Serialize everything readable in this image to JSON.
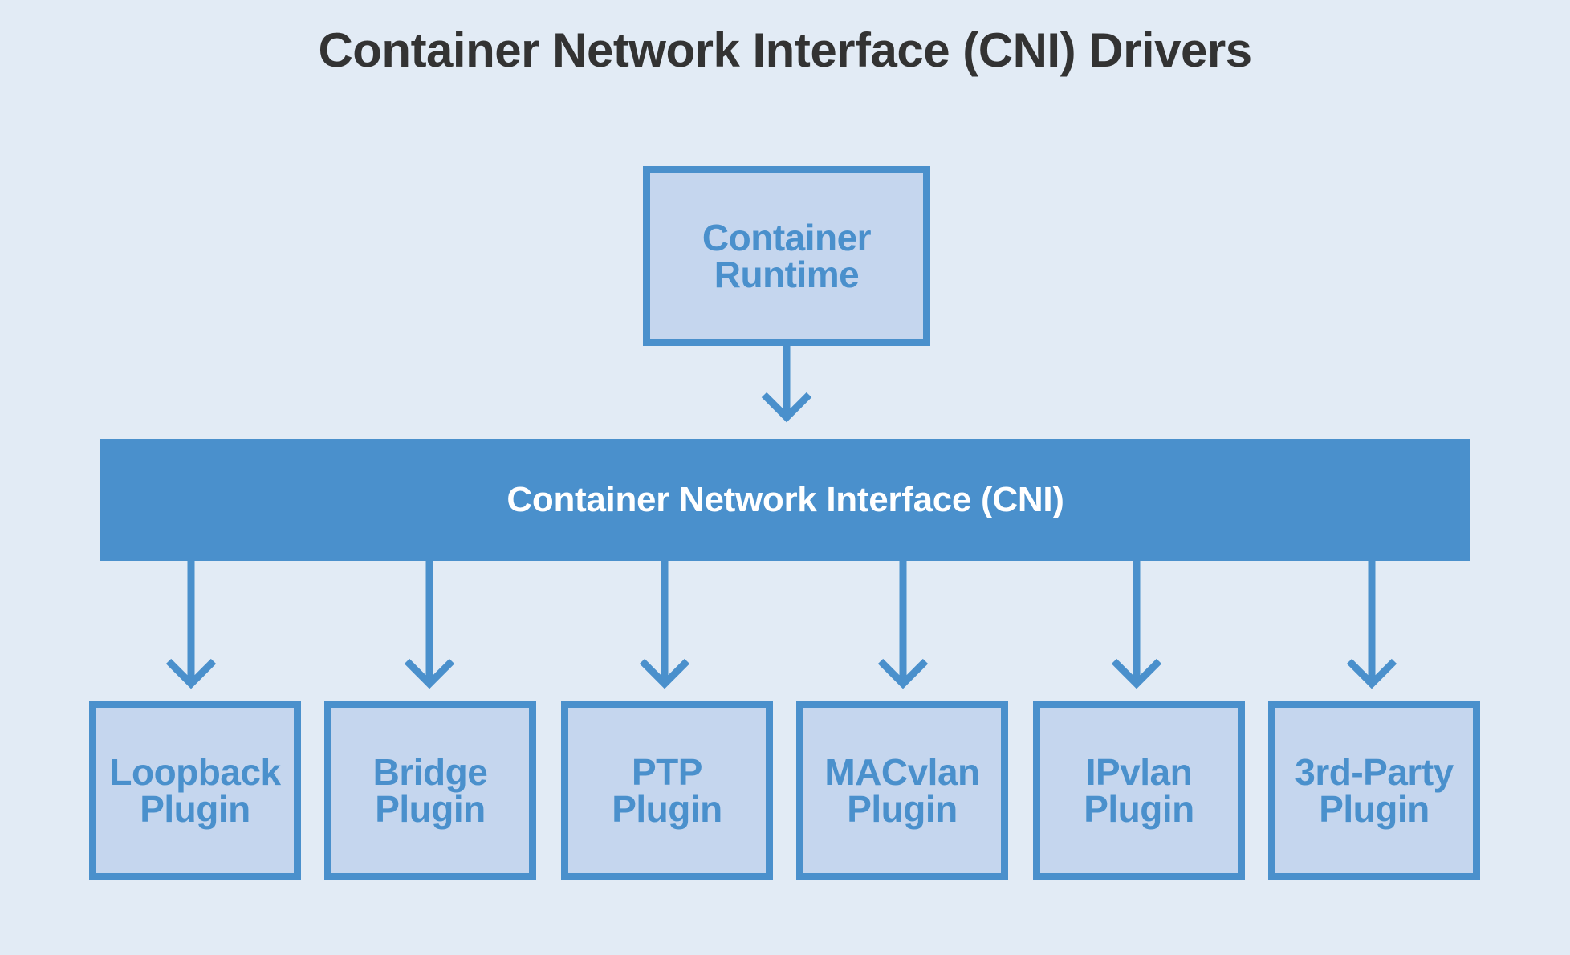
{
  "title": "Container Network Interface (CNI) Drivers",
  "runtime": {
    "label": "Container\nRuntime"
  },
  "cni": {
    "label": "Container Network Interface (CNI)"
  },
  "plugins": [
    {
      "label": "Loopback\nPlugin"
    },
    {
      "label": "Bridge\nPlugin"
    },
    {
      "label": "PTP\nPlugin"
    },
    {
      "label": "MACvlan\nPlugin"
    },
    {
      "label": "IPvlan\nPlugin"
    },
    {
      "label": "3rd-Party\nPlugin"
    }
  ],
  "colors": {
    "background": "#e2ebf5",
    "accent": "#4a90cc",
    "box_fill": "#c5d6ee",
    "title": "#333333"
  }
}
